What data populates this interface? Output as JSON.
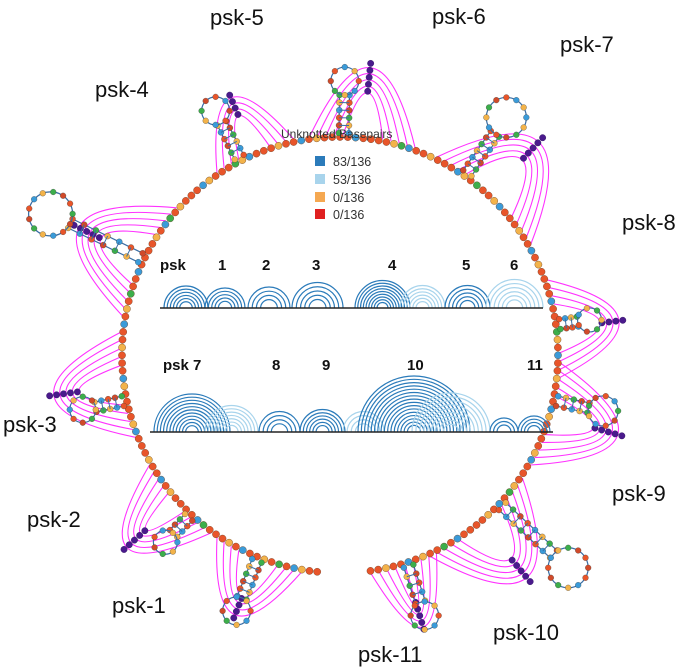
{
  "legend": {
    "title": "Unknotted Basepairs",
    "items": [
      {
        "label": "83/136",
        "color": "#2b7bba"
      },
      {
        "label": "53/136",
        "color": "#a8d4ec"
      },
      {
        "label": "0/136",
        "color": "#f5a851"
      },
      {
        "label": "0/136",
        "color": "#e02020"
      }
    ]
  },
  "structure": {
    "ring_label_color": "#111111",
    "long_range_arc_color": "#ff33ff",
    "nucleotide_colors": [
      "#e8552a",
      "#3a9bd9",
      "#f3b34a",
      "#3cae4b",
      "#d04a2a"
    ],
    "pseudoknot_labels": [
      "psk-1",
      "psk-2",
      "psk-3",
      "psk-4",
      "psk-5",
      "psk-6",
      "psk-7",
      "psk-8",
      "psk-9",
      "psk-10",
      "psk-11"
    ]
  },
  "arc_diagram": {
    "row1": {
      "prefix": "psk",
      "labels": [
        "1",
        "2",
        "3",
        "4",
        "5",
        "6"
      ]
    },
    "row2": {
      "prefix": "psk 7",
      "labels": [
        "8",
        "9",
        "10",
        "11"
      ]
    },
    "dark_color": "#2b7bba",
    "light_color": "#a8d4ec"
  }
}
